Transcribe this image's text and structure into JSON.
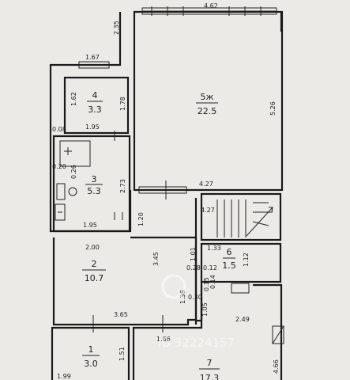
{
  "rooms": [
    {
      "id": "r4",
      "number": "4",
      "area": "3.3"
    },
    {
      "id": "r5",
      "number": "5ж",
      "area": "22.5"
    },
    {
      "id": "r3",
      "number": "3",
      "area": "5.3"
    },
    {
      "id": "r2",
      "number": "2",
      "area": "10.7"
    },
    {
      "id": "r6",
      "number": "6",
      "area": "1.5"
    },
    {
      "id": "r1",
      "number": "1",
      "area": "3.0"
    },
    {
      "id": "r7",
      "number": "7",
      "area": "17.3"
    }
  ],
  "dimensions": [
    "4.62",
    "2.35",
    "1.67",
    "1.62",
    "1.78",
    "5.26",
    "0.08",
    "1.95",
    "0.20",
    "0.26",
    "2.73",
    "4.27",
    "1.95",
    "1.20",
    "4.27",
    "1.33",
    "2.00",
    "3.45",
    "1.01",
    "1.12",
    "0.28",
    "0.12",
    "0.30",
    "0.14",
    "0.15",
    "1.36",
    "1.05",
    "2.49",
    "3.65",
    "1.66",
    "1.51",
    "4.66",
    "1.99"
  ],
  "watermark": {
    "text": "ID 32224157"
  }
}
